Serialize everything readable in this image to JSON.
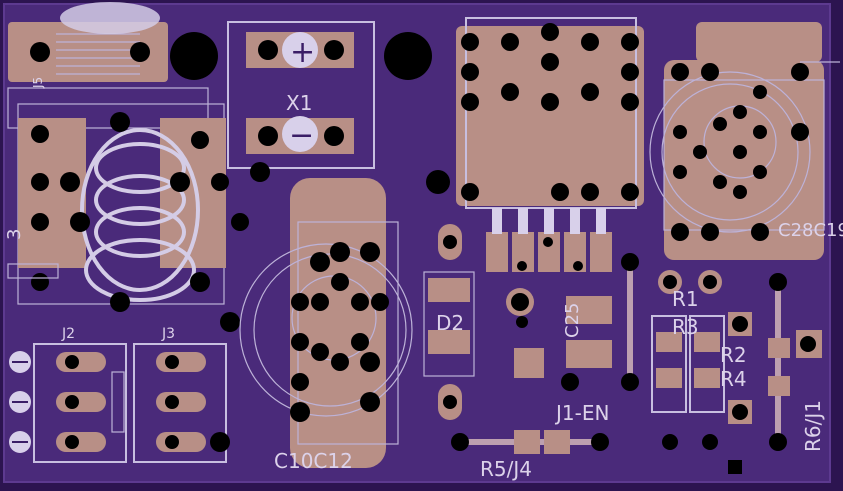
{
  "board": {
    "colors": {
      "substrate": "#4a2a7a",
      "edge": "#2c1450",
      "copper": "#b88f86",
      "silkscreen": "#c8bfe0",
      "drill": "#000000"
    },
    "labels": {
      "x1": "X1",
      "plus": "+",
      "minus": "−",
      "j5": "J5",
      "three": "3",
      "j2": "J2",
      "j3": "J3",
      "r1": "R1",
      "r3": "R3",
      "r2": "R2",
      "r4": "R4",
      "c25": "C25",
      "j1en": "J1-EN",
      "r5j4": "R5/J4",
      "r6j1": "R6/J1",
      "c10c12": "C10C12",
      "c28c19": "C28C19",
      "d_ref": "D2"
    }
  }
}
